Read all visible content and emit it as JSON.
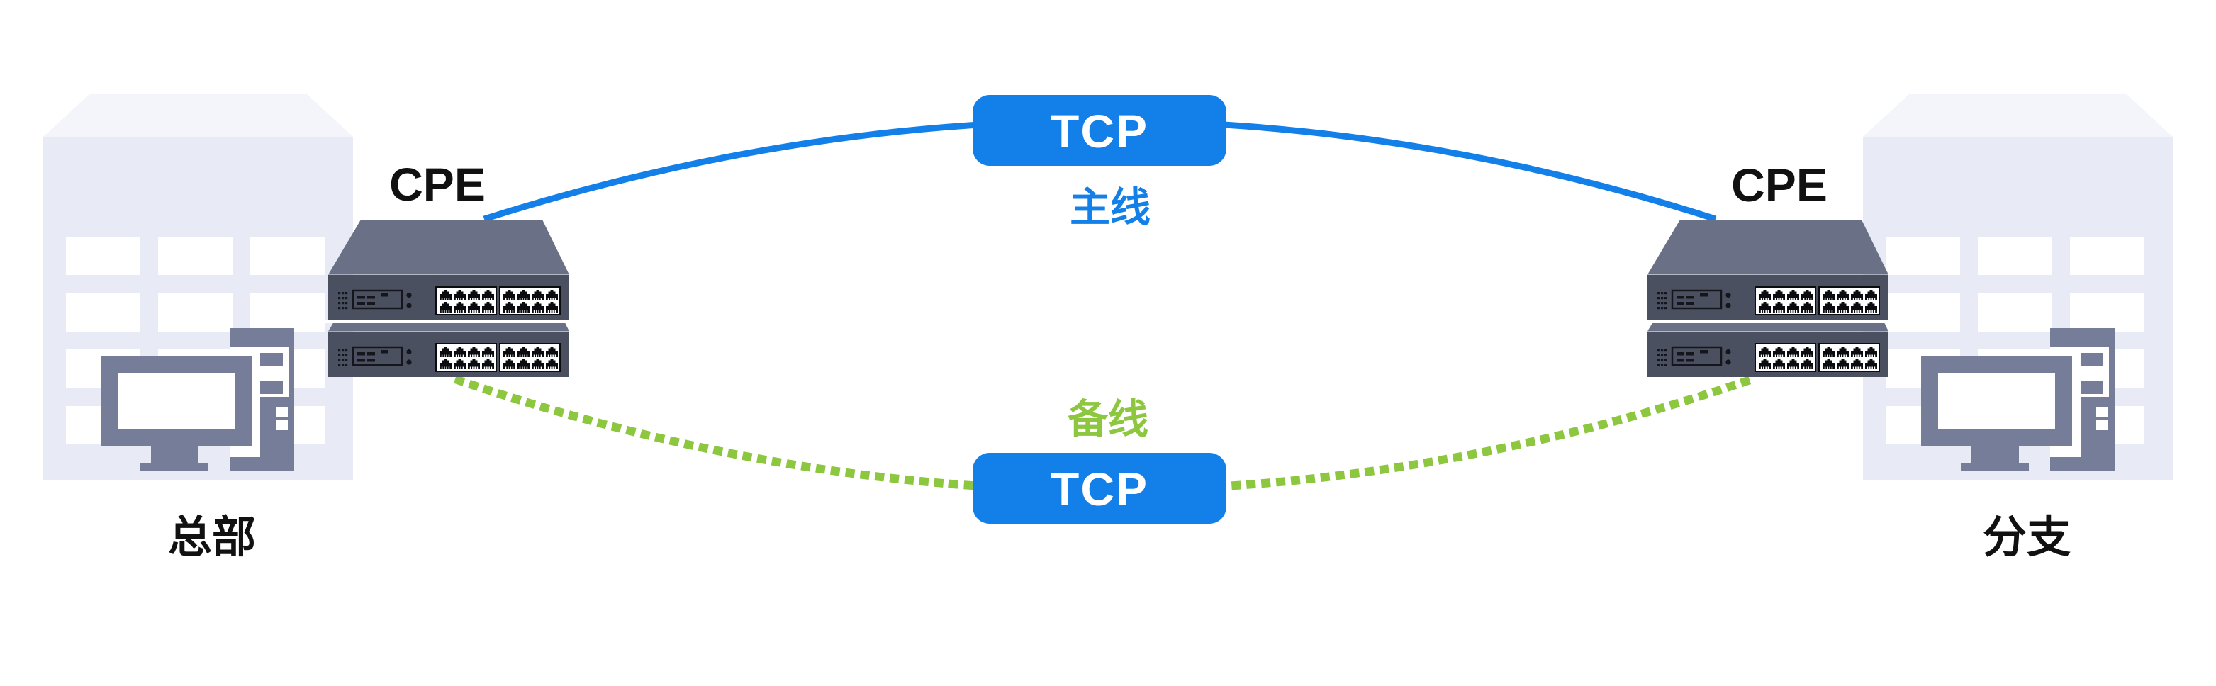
{
  "diagram_type": "network-topology",
  "colors": {
    "primary": "#1280E8",
    "backup": "#8DC63F",
    "text": "#111111",
    "badge_text": "#FFFFFF",
    "building_wall": "#E8EBF5",
    "building_roof": "#F3F5FA",
    "window": "#FFFFFF",
    "computer_gray": "#757D98",
    "switch_top": "#6A7086",
    "switch_front": "#4B5060",
    "switch_detail": "#14161B",
    "port_panel": "#FFFFFF"
  },
  "icons": {
    "left_building": "building-icon",
    "right_building": "building-icon",
    "left_computer": "desktop-computer-icon",
    "right_computer": "desktop-computer-icon",
    "left_switch_stack": "cpe-switch-stack-icon",
    "right_switch_stack": "cpe-switch-stack-icon"
  },
  "sites": {
    "left": {
      "name": "总部",
      "device_label": "CPE"
    },
    "right": {
      "name": "分支",
      "device_label": "CPE"
    }
  },
  "links": {
    "primary": {
      "badge": "TCP",
      "label": "主线",
      "style": "solid"
    },
    "backup": {
      "badge": "TCP",
      "label": "备线",
      "style": "dotted"
    }
  }
}
